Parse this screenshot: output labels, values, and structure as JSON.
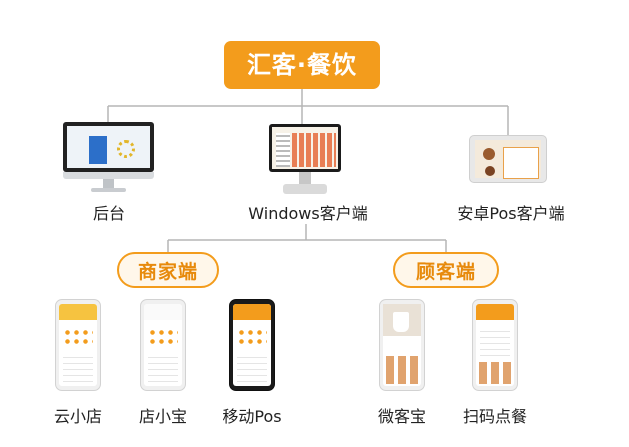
{
  "root": {
    "title": "汇客·餐饮"
  },
  "terminals": [
    {
      "label": "后台"
    },
    {
      "label": "Windows客户端"
    },
    {
      "label": "安卓Pos客户端"
    }
  ],
  "groups": {
    "merchant": {
      "title": "商家端",
      "apps": [
        {
          "label": "云小店"
        },
        {
          "label": "店小宝"
        },
        {
          "label": "移动Pos"
        }
      ]
    },
    "customer": {
      "title": "顾客端",
      "apps": [
        {
          "label": "微客宝"
        },
        {
          "label": "扫码点餐"
        }
      ]
    }
  },
  "colors": {
    "accent": "#f39c1c",
    "line": "#b5b5b5"
  }
}
